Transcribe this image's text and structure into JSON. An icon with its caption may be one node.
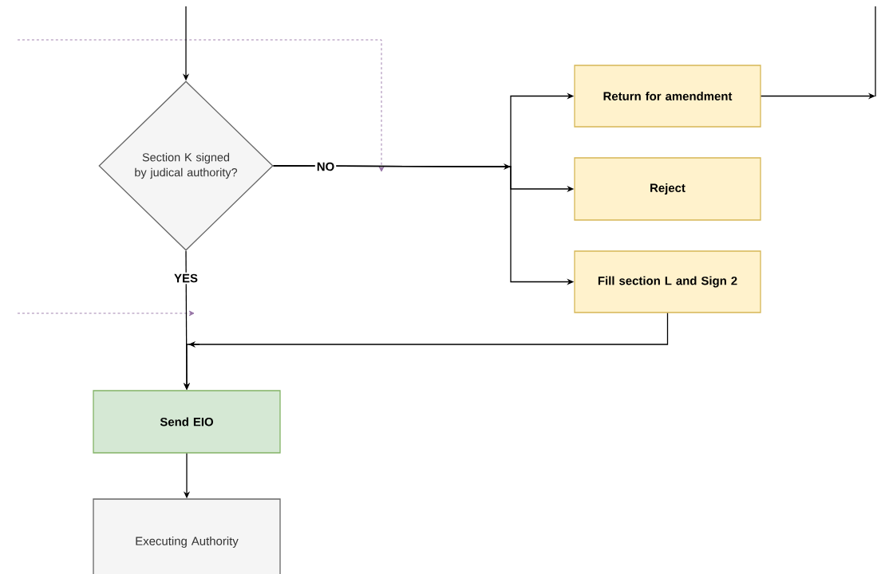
{
  "diagram": {
    "nodes": [
      {
        "text": [
          "Section K signed by judical authority?"
        ]
      },
      {
        "text": [
          "Return for amendment"
        ]
      },
      {
        "text": [
          "Reject"
        ]
      },
      {
        "text": [
          "Fill section L and Sign 2"
        ]
      },
      {
        "text": [
          "Send EIO"
        ]
      },
      {
        "text": [
          "Executing Authority"
        ]
      }
    ],
    "edges": [
      {
        "from": null,
        "to": 0,
        "arrow": "to"
      },
      {
        "from": 0,
        "to": 1,
        "arrow": "to",
        "label": "NO"
      },
      {
        "from": 0,
        "to": 2,
        "arrow": "to"
      },
      {
        "from": 0,
        "to": 3,
        "arrow": "to"
      },
      {
        "from": 1,
        "to": null,
        "arrow": "to"
      },
      {
        "from": 0,
        "to": 4,
        "arrow": "to",
        "label": "YES"
      },
      {
        "from": 3,
        "to": 4,
        "arrow": "to"
      },
      {
        "from": 4,
        "to": 5,
        "arrow": "to"
      }
    ]
  }
}
